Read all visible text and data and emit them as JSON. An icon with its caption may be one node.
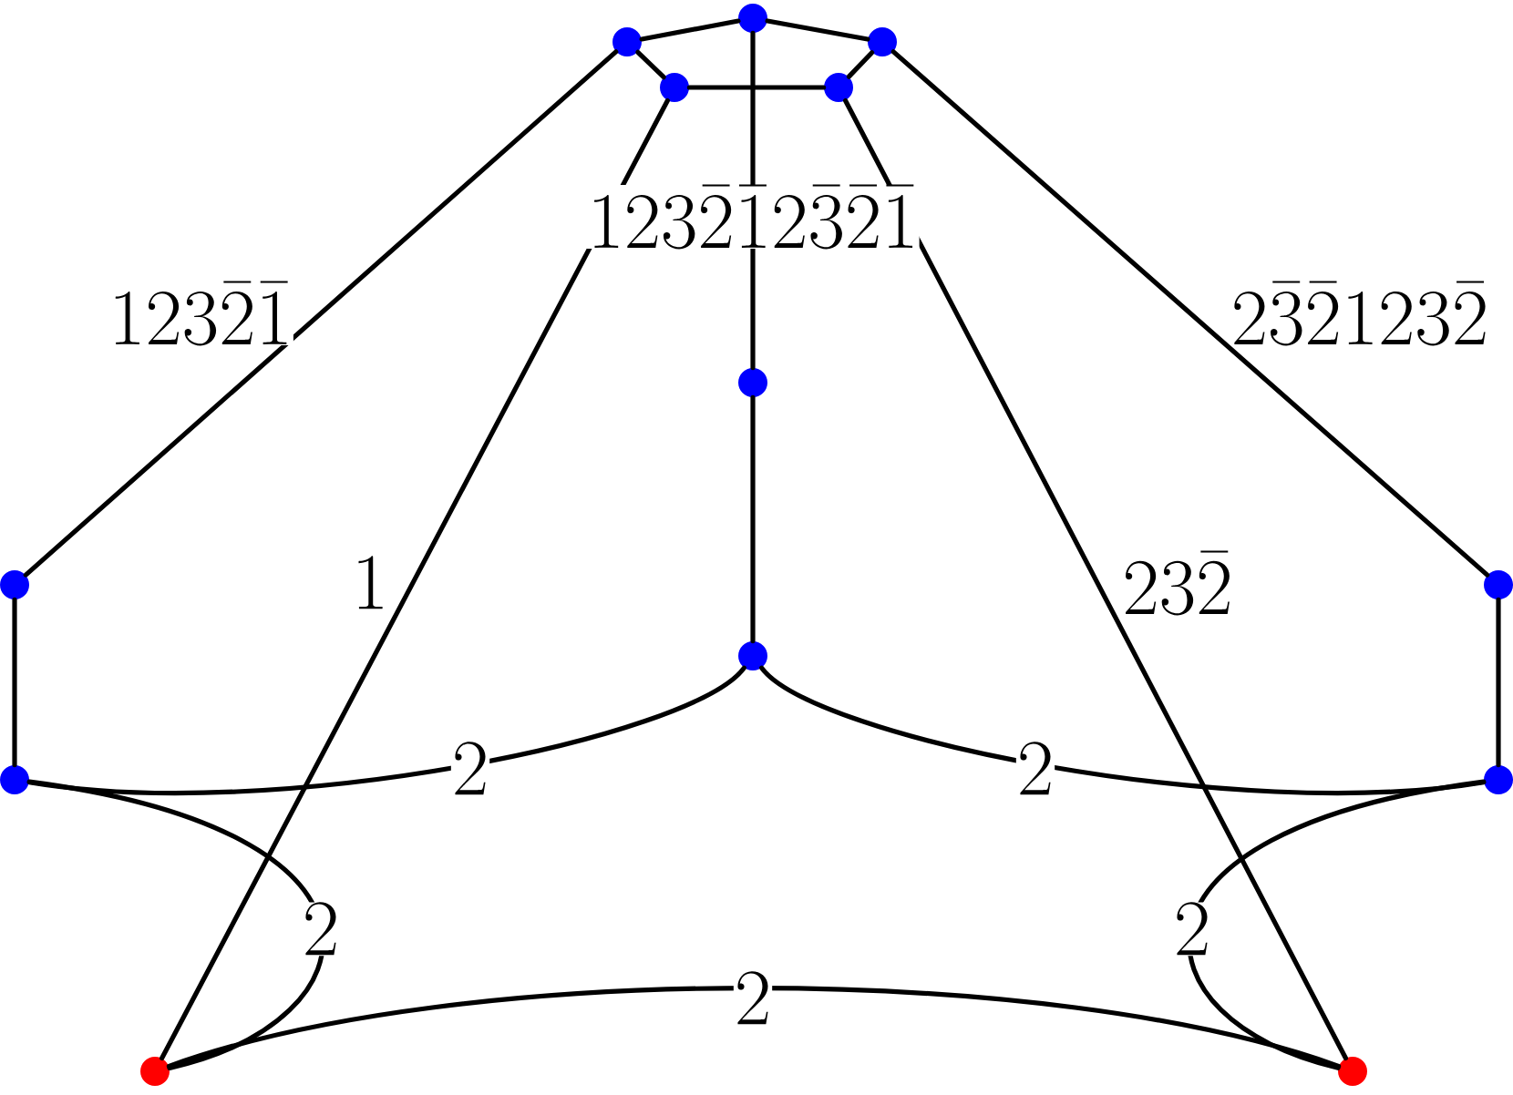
{
  "diagram": {
    "nodes": [
      {
        "text": [],
        "shape": "circle"
      },
      {
        "text": [],
        "shape": "circle"
      },
      {
        "text": [],
        "shape": "circle"
      },
      {
        "text": [],
        "shape": "circle"
      },
      {
        "text": [],
        "shape": "circle"
      },
      {
        "text": [],
        "shape": "circle"
      },
      {
        "text": [],
        "shape": "circle"
      },
      {
        "text": [],
        "shape": "circle"
      },
      {
        "text": [],
        "shape": "circle"
      },
      {
        "text": [],
        "shape": "circle"
      },
      {
        "text": [],
        "shape": "circle"
      },
      {
        "text": [],
        "shape": "circle"
      },
      {
        "text": [],
        "shape": "circle"
      }
    ],
    "edges": [
      {
        "from": 1,
        "to": 0,
        "arrow": "none"
      },
      {
        "from": 0,
        "to": 2,
        "arrow": "none"
      },
      {
        "from": 1,
        "to": 3,
        "arrow": "none"
      },
      {
        "from": 2,
        "to": 4,
        "arrow": "none"
      },
      {
        "from": 3,
        "to": 4,
        "arrow": "none"
      },
      {
        "from": 0,
        "to": 5,
        "arrow": "none",
        "label": "123\\bar{2}\\bar{1}2\\bar{3}\\bar{2}\\bar{1}"
      },
      {
        "from": 5,
        "to": 8,
        "arrow": "none"
      },
      {
        "from": 1,
        "to": 6,
        "arrow": "none",
        "label": "123\\bar{2}\\bar{1}"
      },
      {
        "from": 2,
        "to": 7,
        "arrow": "none",
        "label": "2\\bar{3}\\bar{2}123\\bar{2}"
      },
      {
        "from": 6,
        "to": 9,
        "arrow": "none"
      },
      {
        "from": 7,
        "to": 10,
        "arrow": "none"
      },
      {
        "from": 3,
        "to": 11,
        "arrow": "none",
        "label": "1"
      },
      {
        "from": 4,
        "to": 12,
        "arrow": "none",
        "label": "23\\bar{2}"
      },
      {
        "from": 8,
        "to": 9,
        "arrow": "none",
        "label": "2"
      },
      {
        "from": 8,
        "to": 10,
        "arrow": "none",
        "label": "2"
      },
      {
        "from": 9,
        "to": 11,
        "arrow": "none",
        "label": "2"
      },
      {
        "from": 10,
        "to": 12,
        "arrow": "none",
        "label": "2"
      },
      {
        "from": 11,
        "to": 12,
        "arrow": "none",
        "label": "2"
      }
    ]
  }
}
